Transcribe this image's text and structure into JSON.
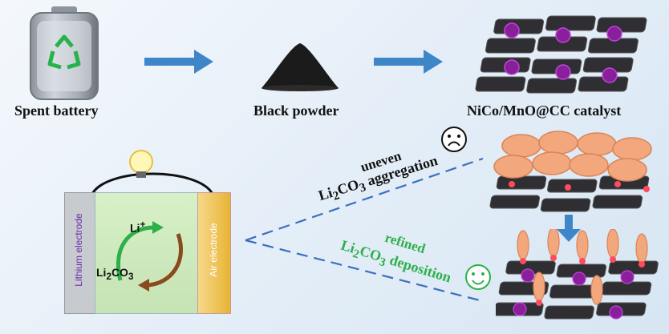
{
  "top_row": {
    "spent_battery": "Spent battery",
    "black_powder": "Black powder",
    "catalyst": "NiCo/MnO@CC catalyst"
  },
  "uneven": {
    "line1": "uneven",
    "line2_prefix": "Li",
    "line2_sub1": "2",
    "line2_mid": "CO",
    "line2_sub2": "3",
    "line2_suffix": " aggregation"
  },
  "refined": {
    "line1": "refined",
    "line2_prefix": "Li",
    "line2_sub1": "2",
    "line2_mid": "CO",
    "line2_sub2": "3",
    "line2_suffix": " deposition"
  },
  "cell": {
    "lithium_electrode": "Lithium electrode",
    "air_electrode": "Air electrode",
    "li_ion": "Li",
    "li_ion_sup": "+",
    "product_prefix": "Li",
    "product_sub1": "2",
    "product_mid": "CO",
    "product_sub2": "3"
  },
  "colors": {
    "arrow_blue": "#3f86c9",
    "dashed_blue": "#3b6fc0",
    "green_text": "#2db04a",
    "purple_text": "#6a2ba8",
    "gold": "#e8b434"
  }
}
